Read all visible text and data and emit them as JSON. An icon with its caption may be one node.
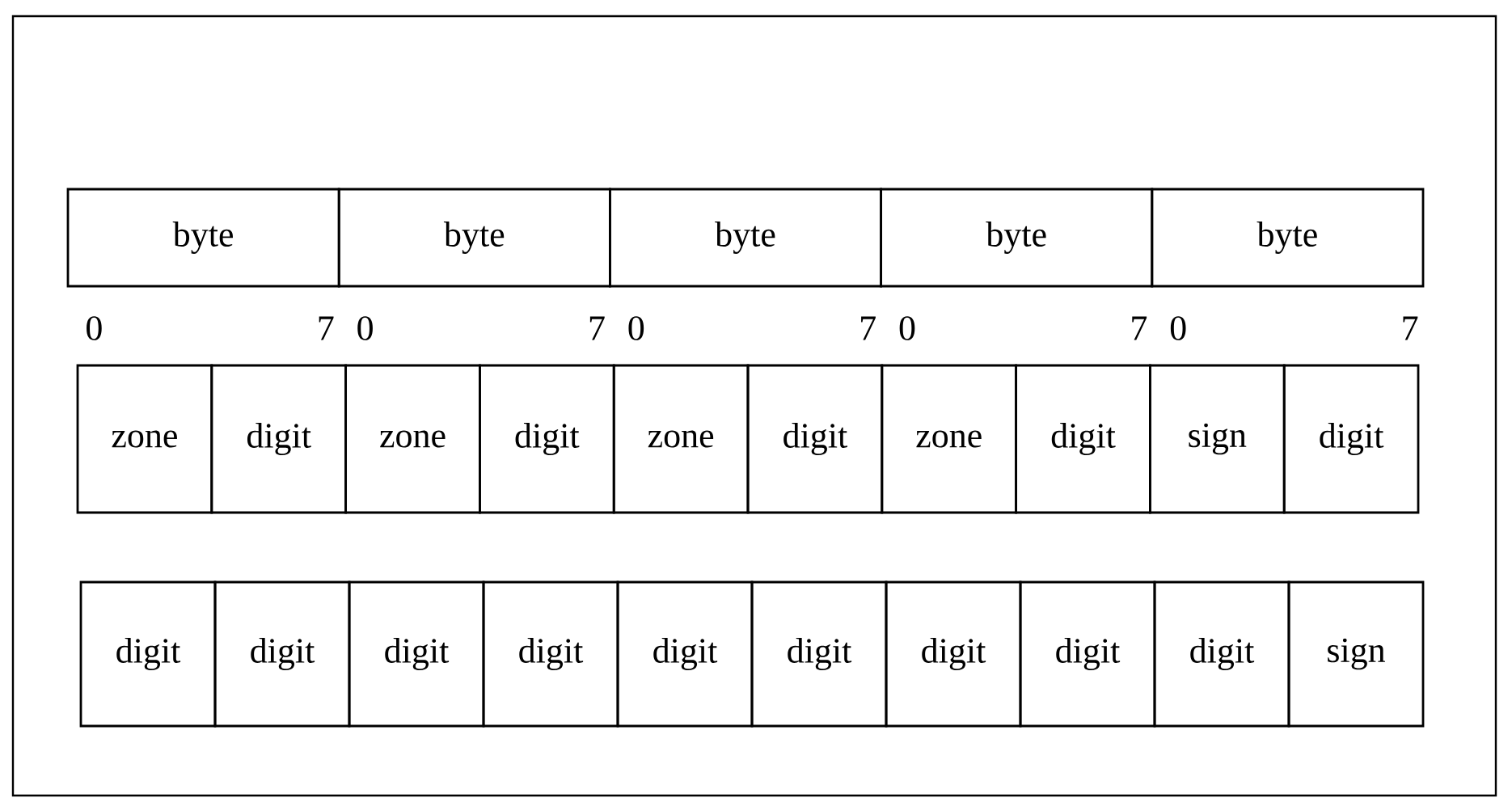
{
  "diagram": {
    "nodes": [
      {
        "text": [
          "byte"
        ]
      },
      {
        "text": [
          "byte"
        ]
      },
      {
        "text": [
          "byte"
        ]
      },
      {
        "text": [
          "byte"
        ]
      },
      {
        "text": [
          "byte"
        ]
      },
      {
        "text": [
          "zone"
        ]
      },
      {
        "text": [
          "digit"
        ]
      },
      {
        "text": [
          "zone"
        ]
      },
      {
        "text": [
          "digit"
        ]
      },
      {
        "text": [
          "zone"
        ]
      },
      {
        "text": [
          "digit"
        ]
      },
      {
        "text": [
          "zone"
        ]
      },
      {
        "text": [
          "digit"
        ]
      },
      {
        "text": [
          "sign"
        ]
      },
      {
        "text": [
          "digit"
        ]
      },
      {
        "text": [
          "digit"
        ]
      },
      {
        "text": [
          "digit"
        ]
      },
      {
        "text": [
          "digit"
        ]
      },
      {
        "text": [
          "digit"
        ]
      },
      {
        "text": [
          "digit"
        ]
      },
      {
        "text": [
          "digit"
        ]
      },
      {
        "text": [
          "digit"
        ]
      },
      {
        "text": [
          "digit"
        ]
      },
      {
        "text": [
          "digit"
        ]
      },
      {
        "text": [
          "sign"
        ]
      }
    ],
    "labels": [
      "0",
      "7",
      "0",
      "7",
      "0",
      "7",
      "0",
      "7",
      "0",
      "7"
    ]
  }
}
